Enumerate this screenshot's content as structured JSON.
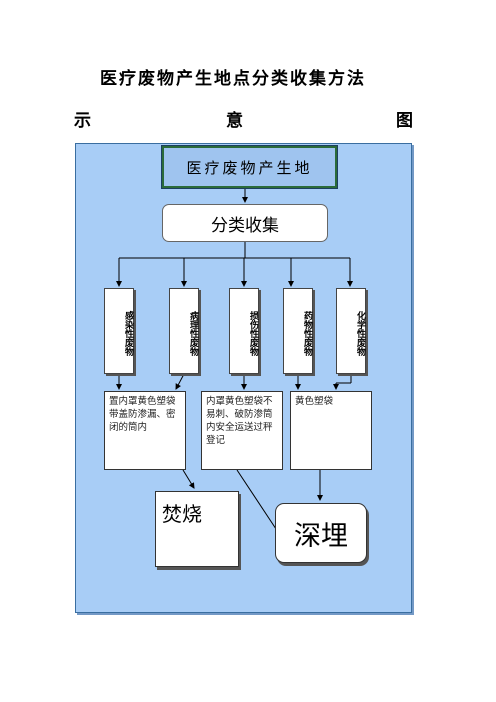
{
  "title": {
    "line1": "医疗废物产生地点分类收集方法",
    "line2": [
      "示",
      "意",
      "图"
    ]
  },
  "diagram": {
    "source": "医疗废物产生地",
    "classify": "分类收集",
    "categories": [
      "感染性废物",
      "病理性废物",
      "损伤性废物",
      "药物性废物",
      "化学性废物"
    ],
    "treatments": [
      "置内罩黄色塑袋带盖防渗漏、密闭的筒内",
      "内罩黄色塑袋不易刺、破防渗筒内安全运送过秤登记",
      "黄色塑袋"
    ],
    "incinerate": "焚烧",
    "bury": "深埋"
  },
  "colors": {
    "panel_background": "#a8cdf6",
    "source_border": "#2b6b3a"
  }
}
